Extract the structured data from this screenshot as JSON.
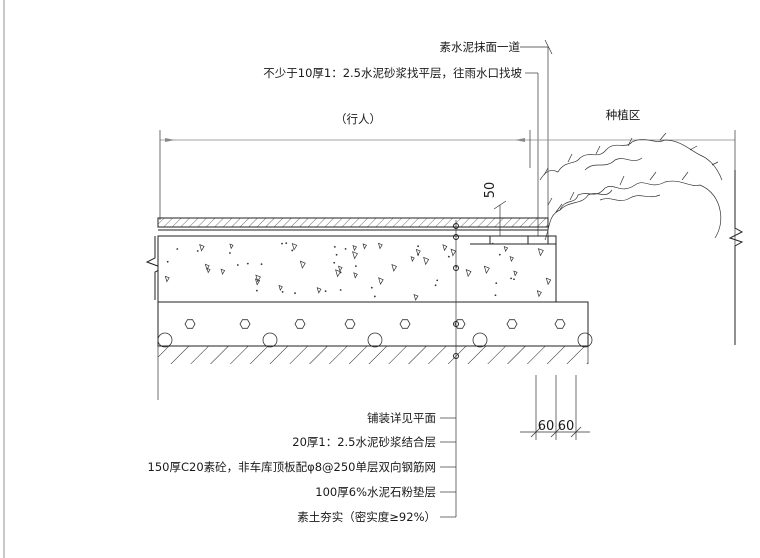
{
  "top_notes": [
    "素水泥抹面一道",
    "不少于10厚1：2.5水泥砂浆找平层，往雨水口找坡"
  ],
  "zones": {
    "pedestrian": "（行人）",
    "planting": "种植区"
  },
  "dimensions": {
    "curb_height": "50",
    "curb_widths": [
      "60",
      "60"
    ]
  },
  "layer_notes": [
    "铺装详见平面",
    "20厚1：2.5水泥砂浆结合层",
    "150厚C20素砼，非车库顶板配φ8@250单层双向钢筋网",
    "100厚6%水泥石粉垫层",
    "素土夯实（密实度≥92%）"
  ],
  "colors": {
    "line": "#222222",
    "dim_line": "#888888",
    "border": "#c8c8c8"
  }
}
